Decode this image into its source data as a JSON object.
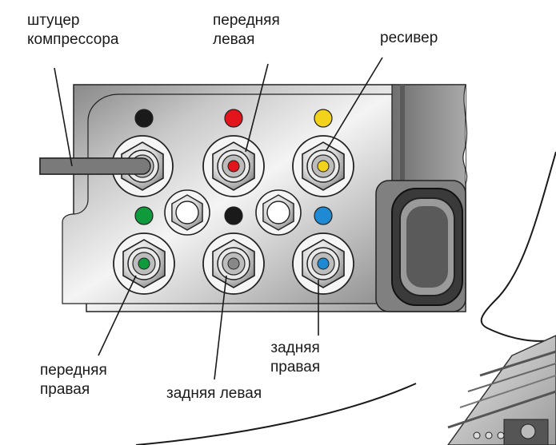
{
  "labels": {
    "compressor_fitting": [
      "штуцер",
      "компрессора"
    ],
    "front_left": [
      "передняя",
      "левая"
    ],
    "receiver": "ресивер",
    "front_right": [
      "передняя",
      "правая"
    ],
    "rear_left": "задняя левая",
    "rear_right": [
      "задняя",
      "правая"
    ]
  },
  "marker_colors": {
    "compressor": "#1a1a1a",
    "front_left": "#e3141b",
    "receiver": "#f2d21a",
    "front_right": "#0f9a3c",
    "rear_left": "#888888",
    "rear_right": "#1e8ad4",
    "center_marker": "#1a1a1a"
  }
}
